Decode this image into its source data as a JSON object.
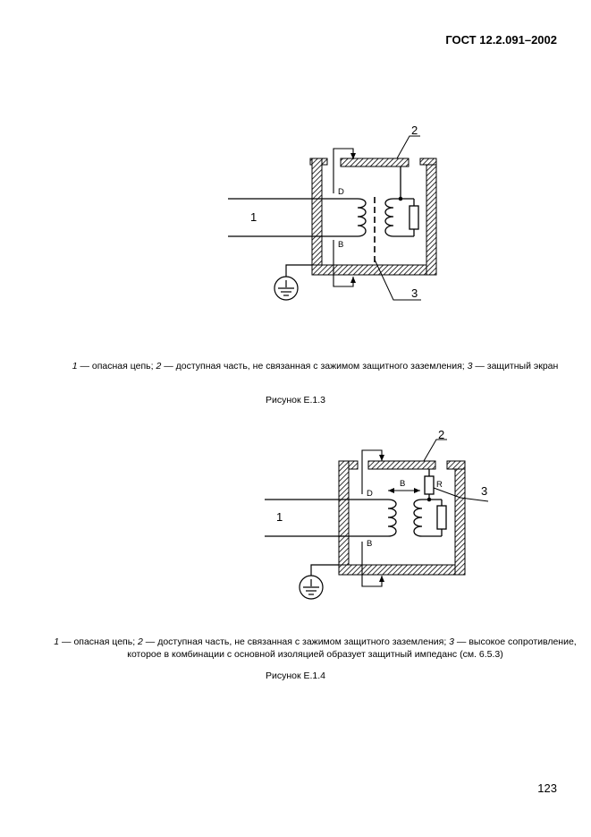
{
  "header": {
    "standard": "ГОСТ 12.2.091–2002"
  },
  "figure1": {
    "labels": {
      "circuit": "1",
      "part": "2",
      "screen": "3",
      "d": "D",
      "b": "B"
    },
    "caption": [
      {
        "num": "1",
        "text": " — опасная цепь; "
      },
      {
        "num": "2",
        "text": " — доступная часть, не связанная с зажимом защитного заземления; "
      },
      {
        "num": "3",
        "text": " — защитный экран"
      }
    ],
    "title": "Рисунок Е.1.3"
  },
  "figure2": {
    "labels": {
      "circuit": "1",
      "part": "2",
      "impedance": "3",
      "d": "D",
      "b": "B",
      "b_arrow": "B",
      "r": "R"
    },
    "caption": [
      {
        "num": "1",
        "text": " — опасная цепь; "
      },
      {
        "num": "2",
        "text": " — доступная часть, не связанная с зажимом защитного заземления; "
      },
      {
        "num": "3",
        "text": " — высокое сопротивление, которое в комбинации с основной изоляцией образует защитный импеданс (см. 6.5.3)"
      }
    ],
    "title": "Рисунок Е.1.4"
  },
  "footer": {
    "page_number": "123"
  }
}
